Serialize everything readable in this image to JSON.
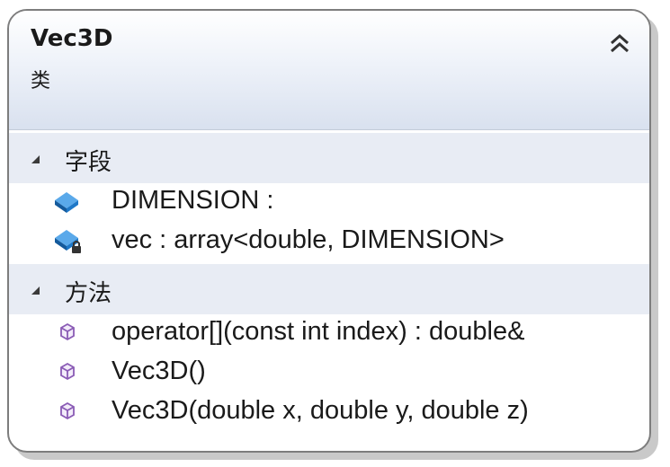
{
  "class_header": {
    "name": "Vec3D",
    "kind": "类"
  },
  "sections": [
    {
      "label": "字段",
      "members": [
        {
          "text": "DIMENSION :",
          "icon": "field-icon"
        },
        {
          "text": "vec : array<double, DIMENSION>",
          "icon": "private-field-icon"
        }
      ]
    },
    {
      "label": "方法",
      "members": [
        {
          "text": "operator[](const int index) : double&",
          "icon": "method-icon"
        },
        {
          "text": "Vec3D()",
          "icon": "method-icon"
        },
        {
          "text": "Vec3D(double x, double y, double z)",
          "icon": "method-icon"
        }
      ]
    }
  ],
  "colors": {
    "field_icon": "#1e78c8",
    "method_icon": "#8a5bb5",
    "border": "#7d7d7d"
  }
}
